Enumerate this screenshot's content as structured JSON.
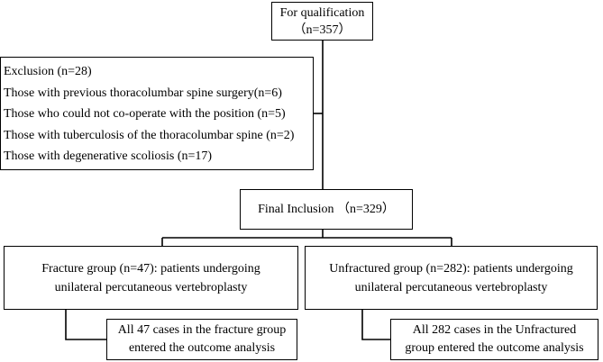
{
  "qualification": {
    "line1": "For qualification",
    "line2": "（n=357）"
  },
  "exclusion": {
    "title": "Exclusion (n=28)",
    "items": [
      "Those with previous thoracolumbar spine surgery(n=6)",
      "Those who could not co-operate with the position (n=5)",
      "Those with tuberculosis of the thoracolumbar spine (n=2)",
      "Those with degenerative scoliosis (n=17)"
    ]
  },
  "final_inclusion": {
    "label": "Final Inclusion （n=329）"
  },
  "fracture_group": {
    "line1": "Fracture group (n=47): patients undergoing",
    "line2": "unilateral percutaneous vertebroplasty"
  },
  "unfractured_group": {
    "line1": "Unfractured group (n=282): patients undergoing",
    "line2": "unilateral percutaneous vertebroplasty"
  },
  "fracture_outcome": {
    "line1": "All 47 cases in the fracture group",
    "line2": "entered the outcome analysis"
  },
  "unfractured_outcome": {
    "line1": "All 282 cases in the Unfractured",
    "line2": "group entered the outcome analysis"
  }
}
